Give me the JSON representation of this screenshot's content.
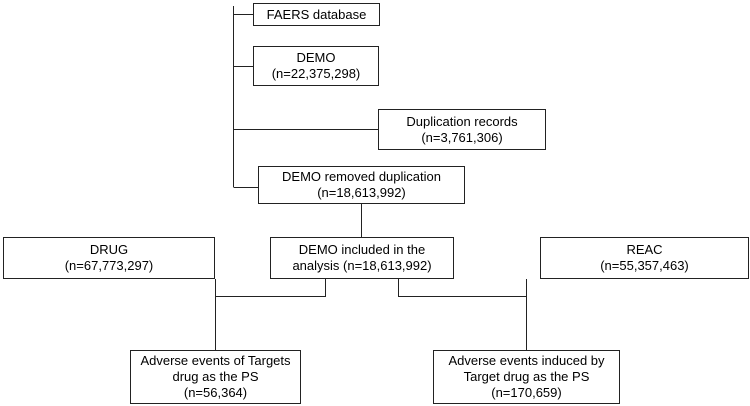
{
  "boxes": {
    "faers": {
      "line1": "FAERS database"
    },
    "demo": {
      "line1": "DEMO",
      "line2": "(n=22,375,298)"
    },
    "duplication": {
      "line1": "Duplication records",
      "line2": "(n=3,761,306)"
    },
    "demo_removed": {
      "line1": "DEMO removed duplication",
      "line2": "(n=18,613,992)"
    },
    "drug": {
      "line1": "DRUG",
      "line2": "(n=67,773,297)"
    },
    "demo_included": {
      "line1": "DEMO included in the",
      "line2": "analysis (n=18,613,992)"
    },
    "reac": {
      "line1": "REAC",
      "line2": "(n=55,357,463)"
    },
    "ae_targets": {
      "line1": "Adverse events of Targets",
      "line2": "drug as the PS",
      "line3": "(n=56,364)"
    },
    "ae_induced": {
      "line1": "Adverse events induced by",
      "line2": "Target drug as the PS",
      "line3": "(n=170,659)"
    }
  }
}
